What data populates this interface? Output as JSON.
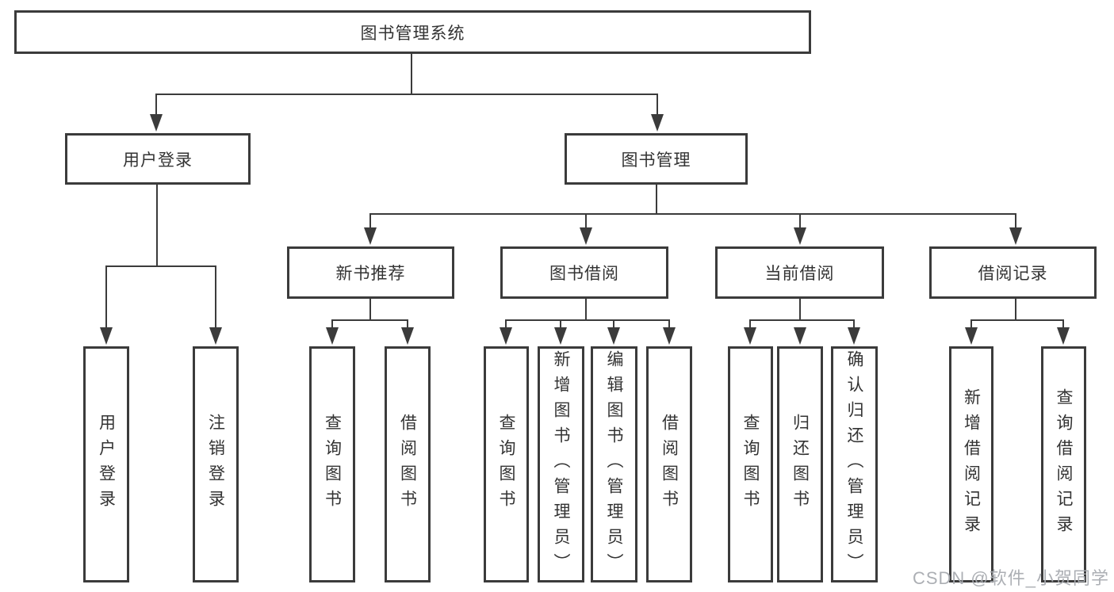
{
  "diagram": {
    "title": "图书管理系统",
    "level2": [
      {
        "label": "用户登录"
      },
      {
        "label": "图书管理"
      }
    ],
    "level3": [
      {
        "label": "新书推荐"
      },
      {
        "label": "图书借阅"
      },
      {
        "label": "当前借阅"
      },
      {
        "label": "借阅记录"
      }
    ],
    "leaves": {
      "user_login": [
        {
          "label": "用户登录"
        },
        {
          "label": "注销登录"
        }
      ],
      "new_books": [
        {
          "label": "查询图书"
        },
        {
          "label": "借阅图书"
        }
      ],
      "book_borrow": [
        {
          "label": "查询图书"
        },
        {
          "label": "新增图书（管理员）"
        },
        {
          "label": "编辑图书（管理员）"
        },
        {
          "label": "借阅图书"
        }
      ],
      "current_borrow": [
        {
          "label": "查询图书"
        },
        {
          "label": "归还图书"
        },
        {
          "label": "确认归还（管理员）"
        }
      ],
      "borrow_records": [
        {
          "label": "新增借阅记录"
        },
        {
          "label": "查询借阅记录"
        }
      ]
    },
    "watermark": "CSDN @软件_小贺同学"
  },
  "colors": {
    "line": "#3b3b3b",
    "text": "#333333",
    "watermark": "#a8abb0",
    "background": "#ffffff"
  }
}
